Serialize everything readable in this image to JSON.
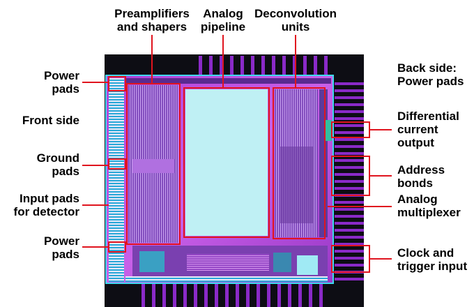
{
  "labels": {
    "preamplifiers": [
      "Preamplifiers",
      "and shapers"
    ],
    "analog_pipeline": [
      "Analog",
      "pipeline"
    ],
    "deconvolution": [
      "Deconvolution",
      "units"
    ],
    "back_side": [
      "Back side:",
      "Power pads"
    ],
    "power_pads_top": [
      "Power",
      "pads"
    ],
    "front_side": [
      "Front side"
    ],
    "ground_pads": [
      "Ground",
      "pads"
    ],
    "input_pads": [
      "Input pads",
      "for detector"
    ],
    "power_pads_bottom": [
      "Power",
      "pads"
    ],
    "differential_output": [
      "Differential",
      "current",
      "output"
    ],
    "address_bonds": [
      "Address",
      "bonds"
    ],
    "analog_multiplexer": [
      "Analog",
      "multiplexer"
    ],
    "clock_trigger": [
      "Clock and",
      "trigger input"
    ]
  },
  "colors": {
    "die_background": "#0d0d14",
    "chip_magenta": "#c050e0",
    "chip_purple": "#7a3aa8",
    "pipeline_cyan": "#bff0f4",
    "highlight_red": "#e0141e",
    "pad_cyan": "#40d8f0",
    "bond_purple": "#8a2ac8"
  }
}
